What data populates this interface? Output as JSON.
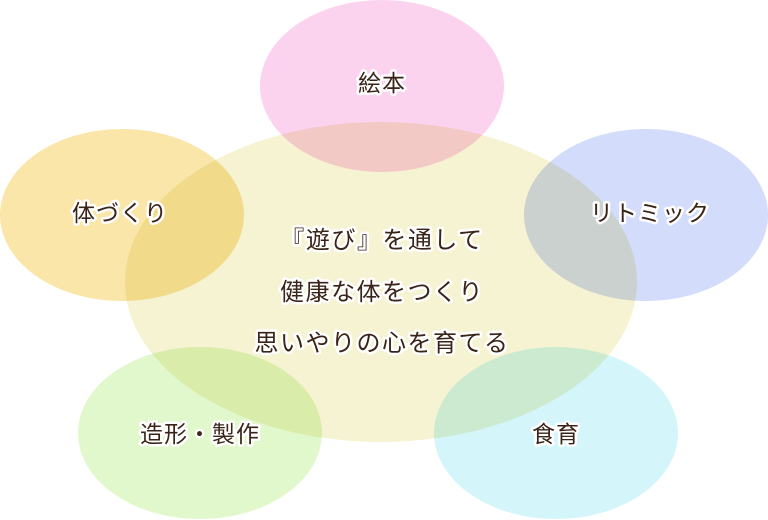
{
  "diagram": {
    "center": {
      "lines": [
        "『遊び』を通して",
        "健康な体をつくり",
        "思いやりの心を育てる"
      ],
      "color": "#f6f3d3"
    },
    "nodes": [
      {
        "id": "ehon",
        "label": "絵本",
        "color": "#fbd3ee"
      },
      {
        "id": "rhythmic",
        "label": "リトミック",
        "color": "#d3dcfa"
      },
      {
        "id": "shokuiku",
        "label": "食育",
        "color": "#d4f6fb"
      },
      {
        "id": "zoukei",
        "label": "造形・製作",
        "color": "#e1f8cc"
      },
      {
        "id": "karadazukuri",
        "label": "体づくり",
        "color": "#fae6a8"
      }
    ]
  }
}
